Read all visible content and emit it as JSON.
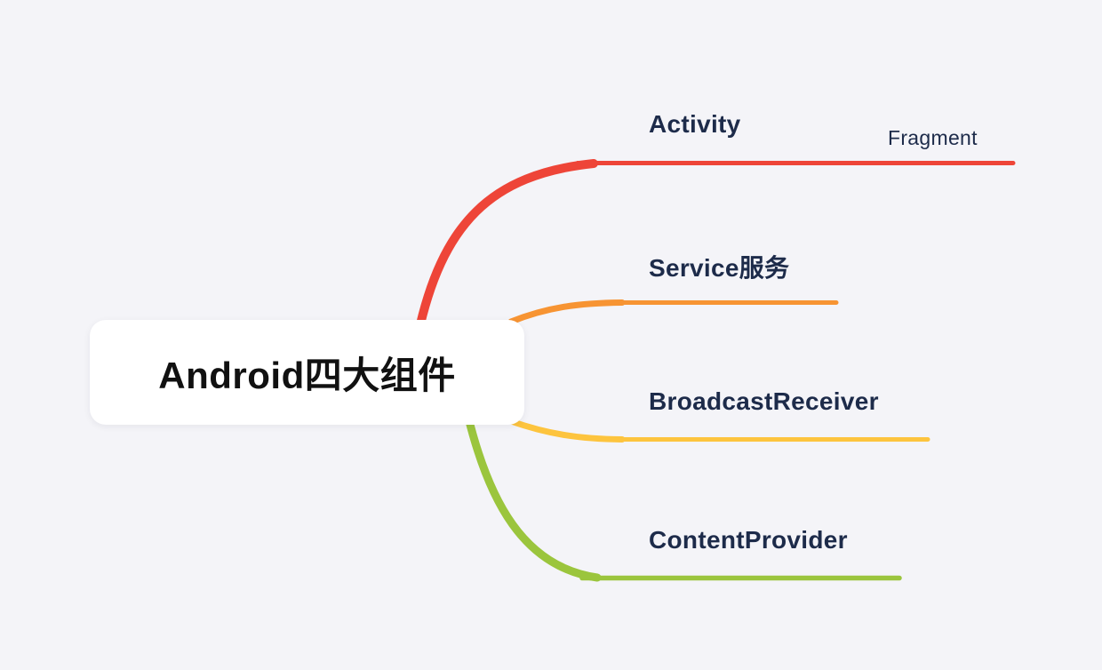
{
  "canvas": {
    "background_color": "#f4f4f8"
  },
  "root_node": {
    "label": "Android四大组件",
    "background_color": "#ffffff",
    "text_color": "#111111"
  },
  "label_text_color": "#1d2b4a",
  "branches": [
    {
      "id": "activity",
      "label": "Activity",
      "color": "#ee4538",
      "children": [
        {
          "id": "fragment",
          "label": "Fragment"
        }
      ]
    },
    {
      "id": "service",
      "label": "Service服务",
      "color": "#f79433",
      "children": []
    },
    {
      "id": "broadcastreceiver",
      "label": "BroadcastReceiver",
      "color": "#fdc43e",
      "children": []
    },
    {
      "id": "contentprovider",
      "label": "ContentProvider",
      "color": "#9bc53d",
      "children": []
    }
  ]
}
